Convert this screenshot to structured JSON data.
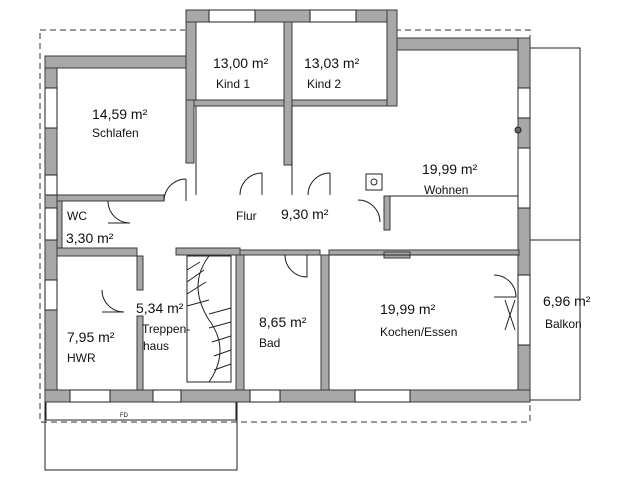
{
  "rooms": {
    "kind1": {
      "area": "13,00 m²",
      "name": "Kind 1"
    },
    "kind2": {
      "area": "13,03 m²",
      "name": "Kind 2"
    },
    "schlafen": {
      "area": "14,59 m²",
      "name": "Schlafen"
    },
    "wohnen": {
      "area": "19,99 m²",
      "name": "Wohnen"
    },
    "wc": {
      "area": "3,30 m²",
      "name": "WC"
    },
    "flur": {
      "area": "9,30 m²",
      "name": "Flur"
    },
    "treppe": {
      "area": "5,34 m²",
      "name_line1": "Treppen-",
      "name_line2": "haus"
    },
    "hwr": {
      "area": "7,95 m²",
      "name": "HWR"
    },
    "bad": {
      "area": "8,65 m²",
      "name": "Bad"
    },
    "kochen": {
      "area": "19,99 m²",
      "name": "Kochen/Essen"
    },
    "balkon": {
      "area": "6,96 m²",
      "name": "Balkon"
    }
  },
  "annotations": {
    "fd": "FD"
  },
  "colors": {
    "wall": "#a8a8a8",
    "wall_outline": "#3a3a3a",
    "line": "#222222"
  }
}
